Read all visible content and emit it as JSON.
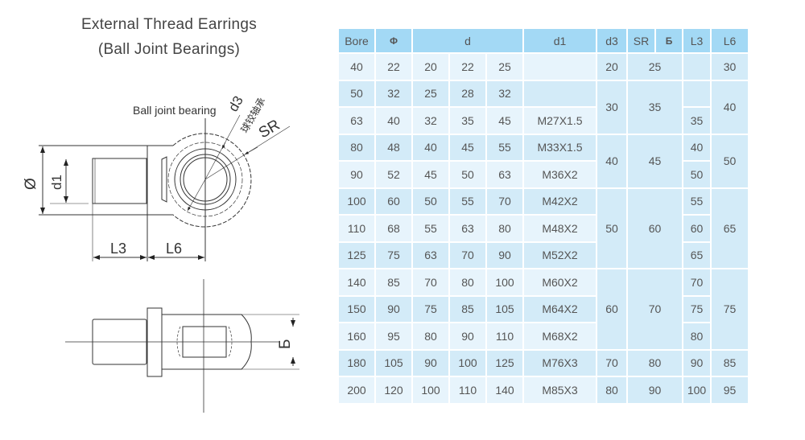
{
  "title": {
    "line1": "External Thread Earrings",
    "line2": "(Ball Joint Bearings)"
  },
  "drawing": {
    "ball_joint_label": "Ball joint bearing",
    "chinese_label": "球铰轴承",
    "d3": "d3",
    "sr": "SR",
    "dia": "Ø",
    "d1": "d1",
    "l3": "L3",
    "l6": "L6",
    "b": "Б"
  },
  "table": {
    "headers": [
      {
        "label": "Bore",
        "span": 1
      },
      {
        "label": "Φ",
        "span": 1
      },
      {
        "label": "d",
        "span": 3
      },
      {
        "label": "d1",
        "span": 1
      },
      {
        "label": "d3",
        "span": 1
      },
      {
        "label": "SR",
        "span": 1
      },
      {
        "label": "Б",
        "span": 1
      },
      {
        "label": "L3",
        "span": 1
      },
      {
        "label": "L6",
        "span": 1
      }
    ],
    "rows": [
      [
        "40",
        "22",
        "20",
        "22",
        "25",
        "",
        "20",
        "25",
        "",
        "30"
      ],
      [
        "50",
        "32",
        "25",
        "28",
        "32",
        "",
        "30",
        "35",
        "",
        "40"
      ],
      [
        "63",
        "40",
        "32",
        "35",
        "45",
        "M27X1.5",
        null,
        null,
        "35",
        null
      ],
      [
        "80",
        "48",
        "40",
        "45",
        "55",
        "M33X1.5",
        "40",
        "45",
        "40",
        "50"
      ],
      [
        "90",
        "52",
        "45",
        "50",
        "63",
        "M36X2",
        null,
        null,
        "50",
        null
      ],
      [
        "100",
        "60",
        "50",
        "55",
        "70",
        "M42X2",
        "50",
        "60",
        "55",
        "65"
      ],
      [
        "110",
        "68",
        "55",
        "63",
        "80",
        "M48X2",
        null,
        null,
        "60",
        null
      ],
      [
        "125",
        "75",
        "63",
        "70",
        "90",
        "M52X2",
        null,
        null,
        "65",
        null
      ],
      [
        "140",
        "85",
        "70",
        "80",
        "100",
        "M60X2",
        "60",
        "70",
        "70",
        "75"
      ],
      [
        "150",
        "90",
        "75",
        "85",
        "105",
        "M64X2",
        null,
        null,
        "75",
        null
      ],
      [
        "160",
        "95",
        "80",
        "90",
        "110",
        "M68X2",
        null,
        null,
        "80",
        null
      ],
      [
        "180",
        "105",
        "90",
        "100",
        "125",
        "M76X3",
        "70",
        "80",
        "90",
        "85"
      ],
      [
        "200",
        "120",
        "100",
        "110",
        "140",
        "M85X3",
        "80",
        "90",
        "100",
        "95"
      ]
    ]
  }
}
